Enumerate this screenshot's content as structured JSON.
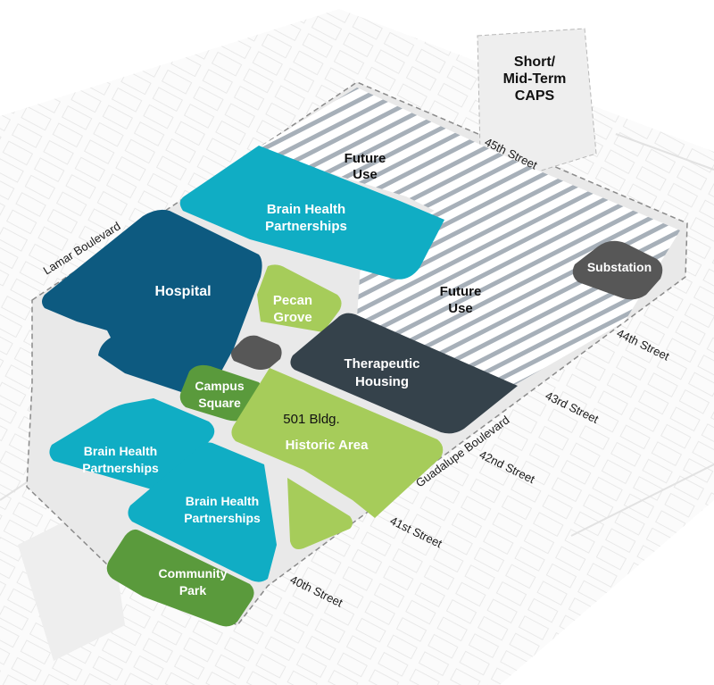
{
  "zones": {
    "short_mid_term_caps": [
      "Short/",
      "Mid-Term",
      "CAPS"
    ],
    "future_use_north": [
      "Future",
      "Use"
    ],
    "future_use_east": [
      "Future",
      "Use"
    ],
    "substation": "Substation",
    "brain_health_north": [
      "Brain Health",
      "Partnerships"
    ],
    "hospital": "Hospital",
    "pecan_grove": [
      "Pecan",
      "Grove"
    ],
    "therapeutic_housing": [
      "Therapeutic",
      "Housing"
    ],
    "campus_square": [
      "Campus",
      "Square"
    ],
    "bldg_501": "501 Bldg.",
    "historic_area": "Historic Area",
    "brain_health_west": [
      "Brain Health",
      "Partnerships"
    ],
    "brain_health_south": [
      "Brain Health",
      "Partnerships"
    ],
    "community_park": [
      "Community",
      "Park"
    ]
  },
  "streets": {
    "lamar": "Lamar Boulevard",
    "s45": "45th Street",
    "s44": "44th Street",
    "s43": "43rd Street",
    "s42": "42nd Street",
    "s41": "41st Street",
    "s40": "40th Street",
    "guadalupe": "Guadalupe Boulevard"
  },
  "colors": {
    "navy": "#0d5a80",
    "teal": "#10adc4",
    "lime": "#a6cc5a",
    "green": "#5a9a3c",
    "charcoal": "#35424b",
    "gray": "#575757",
    "hatch": "#9aa3ad"
  }
}
